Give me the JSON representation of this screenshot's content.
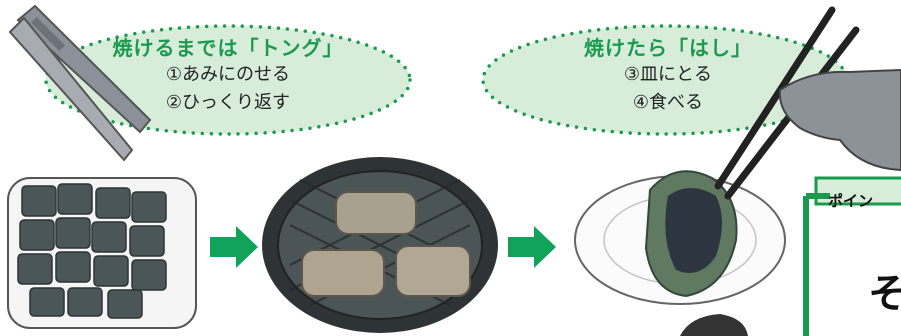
{
  "tong_bubble": {
    "title": "焼けるまでは「トング」",
    "steps": [
      "①あみにのせる",
      "②ひっくり返す"
    ]
  },
  "chopsticks_bubble": {
    "title": "焼けたら「はし」",
    "steps": [
      "③皿にとる",
      "④食べる"
    ]
  },
  "point_box": {
    "label": "ポイン",
    "text": "そ"
  },
  "colors": {
    "accent_green": "#1a9a4e",
    "bubble_fill": "#d7ecd9",
    "arrow_green": "#12a35a"
  }
}
